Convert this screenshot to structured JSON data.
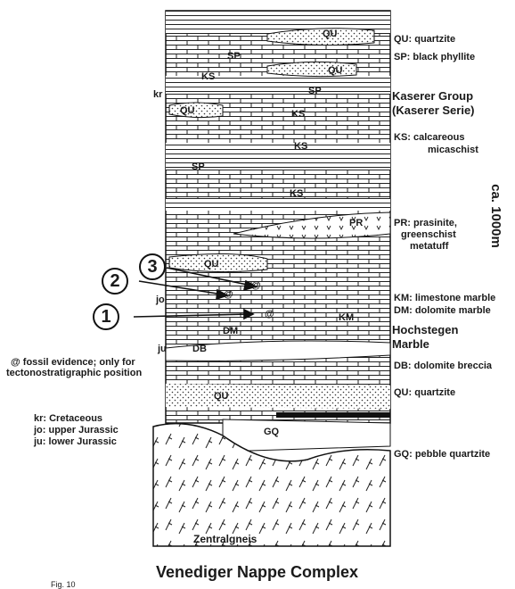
{
  "units": [
    {
      "key": "qu1",
      "text": "QU"
    },
    {
      "key": "sp1",
      "text": "SP"
    },
    {
      "key": "ks1",
      "text": "KS"
    },
    {
      "key": "qu2",
      "text": "QU"
    },
    {
      "key": "sp2",
      "text": "SP"
    },
    {
      "key": "kr",
      "text": "kr"
    },
    {
      "key": "qu3",
      "text": "QU"
    },
    {
      "key": "ks2",
      "text": "KS"
    },
    {
      "key": "ks3",
      "text": "KS"
    },
    {
      "key": "sp3",
      "text": "SP"
    },
    {
      "key": "ks4",
      "text": "KS"
    },
    {
      "key": "pr",
      "text": "PR"
    },
    {
      "key": "qu4",
      "text": "QU"
    },
    {
      "key": "at3",
      "text": "@"
    },
    {
      "key": "at2",
      "text": "@"
    },
    {
      "key": "jo",
      "text": "jo"
    },
    {
      "key": "at1",
      "text": "@"
    },
    {
      "key": "km",
      "text": "KM"
    },
    {
      "key": "dm",
      "text": "DM"
    },
    {
      "key": "ju",
      "text": "ju"
    },
    {
      "key": "db",
      "text": "DB"
    },
    {
      "key": "qu5",
      "text": "QU"
    },
    {
      "key": "gq",
      "text": "GQ"
    }
  ],
  "markers": [
    "1",
    "2",
    "3"
  ],
  "legend_right": {
    "qu_top": "QU: quartzite",
    "sp": "SP: black phyllite",
    "kaserer_1": "Kaserer Group",
    "kaserer_2": "(Kaserer Serie)",
    "ks_1": "KS: calcareous",
    "ks_2": "micaschist",
    "pr_1": "PR: prasinite,",
    "pr_2": "greenschist",
    "pr_3": "metatuff",
    "km": "KM: limestone marble",
    "dm": "DM: dolomite marble",
    "hoch_1": "Hochstegen",
    "hoch_2": "Marble",
    "db": "DB: dolomite breccia",
    "qu_bottom": "QU: quartzite",
    "gq": "GQ: pebble quartzite"
  },
  "legend_left": {
    "fossil_1": "@  fossil evidence; only for",
    "fossil_2": "tectonostratigraphic position",
    "kr": "kr: Cretaceous",
    "jo": "jo: upper Jurassic",
    "ju": "ju: lower Jurassic"
  },
  "thickness": "ca. 1000m",
  "basement": "Zentralgneis",
  "title": "Venediger Nappe Complex",
  "fig_label": "Fig. 10"
}
